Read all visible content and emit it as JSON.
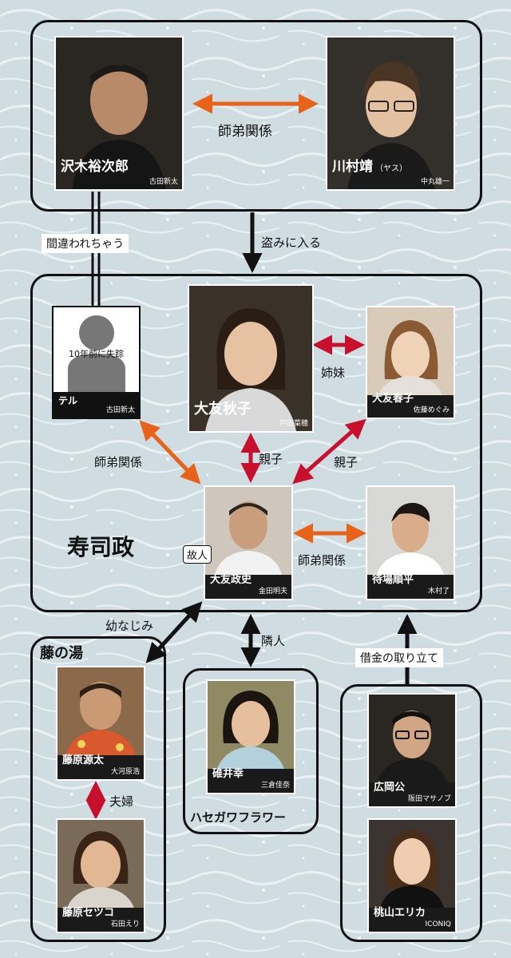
{
  "groups": {
    "sushi": "寿司政",
    "fujinoyu": "藤の湯",
    "hasegawa": "ハセガワフラワー"
  },
  "people": {
    "sawaki": {
      "role": "沢木裕次郎",
      "actor": "古田新太"
    },
    "kawamura": {
      "role": "川村靖",
      "sub": "（ヤス）",
      "actor": "中丸雄一"
    },
    "teru": {
      "role": "テル",
      "actor": "古田新太",
      "note": "10年前に失踪"
    },
    "akiko": {
      "role": "大友秋子",
      "actor": "戸田菜穂"
    },
    "haruko": {
      "role": "大友春子",
      "actor": "佐藤めぐみ"
    },
    "masashi": {
      "role": "大友政史",
      "actor": "金田明夫",
      "badge": "故人"
    },
    "junpei": {
      "role": "待場順平",
      "actor": "木村了"
    },
    "genta": {
      "role": "藤原源太",
      "actor": "大河原浩"
    },
    "setsuko": {
      "role": "藤原セツコ",
      "actor": "石田えり"
    },
    "sachi": {
      "role": "碓井幸",
      "actor": "三倉佳奈"
    },
    "hirooka": {
      "role": "広岡公",
      "actor": "阪田マサノブ"
    },
    "erika": {
      "role": "桃山エリカ",
      "actor": "ICONIQ"
    }
  },
  "relations": {
    "sawaki_kawamura": "師弟関係",
    "mistaken": "間違われちゃう",
    "steal": "盗みに入る",
    "sisters": "姉妹",
    "teru_masashi": "師弟関係",
    "akiko_masashi": "親子",
    "haruko_masashi": "親子",
    "masashi_junpei": "師弟関係",
    "childhood": "幼なじみ",
    "neighbor": "隣人",
    "debt": "借金の取り立て",
    "couple": "夫婦"
  },
  "colors": {
    "orange": "#e8621a",
    "red": "#c8102e",
    "black": "#111111"
  }
}
